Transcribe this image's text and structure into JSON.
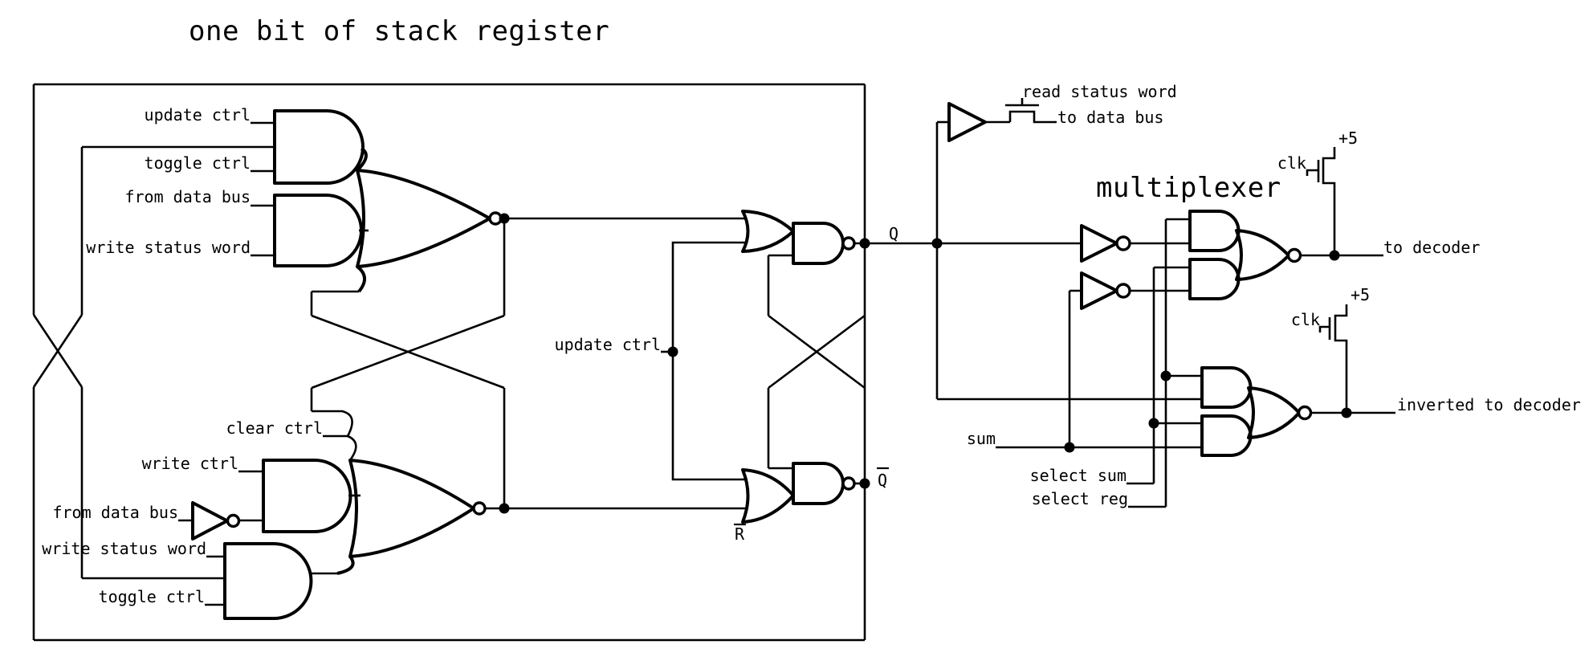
{
  "colors": {
    "ink": "#000000",
    "background": "#ffffff"
  },
  "labels": {
    "title": "one bit of stack register",
    "multiplexer": "multiplexer",
    "update_ctrl_top": "update ctrl",
    "toggle_ctrl_top": "toggle ctrl",
    "from_data_bus_top": "from data bus",
    "write_status_word_top": "write status word",
    "clear_ctrl": "clear ctrl",
    "write_ctrl": "write ctrl",
    "from_data_bus_bottom": "from data bus",
    "write_status_word_bottom": "write status word",
    "toggle_ctrl_bottom": "toggle ctrl",
    "update_ctrl_mid": "update ctrl",
    "q_out": "Q",
    "q_bar_out": "Q",
    "r_bar": "R",
    "read_status_word": "read status word",
    "to_data_bus": "to data bus",
    "sum": "sum",
    "select_sum": "select sum",
    "select_reg": "select reg",
    "clk_upper": "clk",
    "plus5_upper": "+5",
    "clk_lower": "clk",
    "plus5_lower": "+5",
    "to_decoder": "to decoder",
    "inverted_to_decoder": "inverted to decoder"
  }
}
